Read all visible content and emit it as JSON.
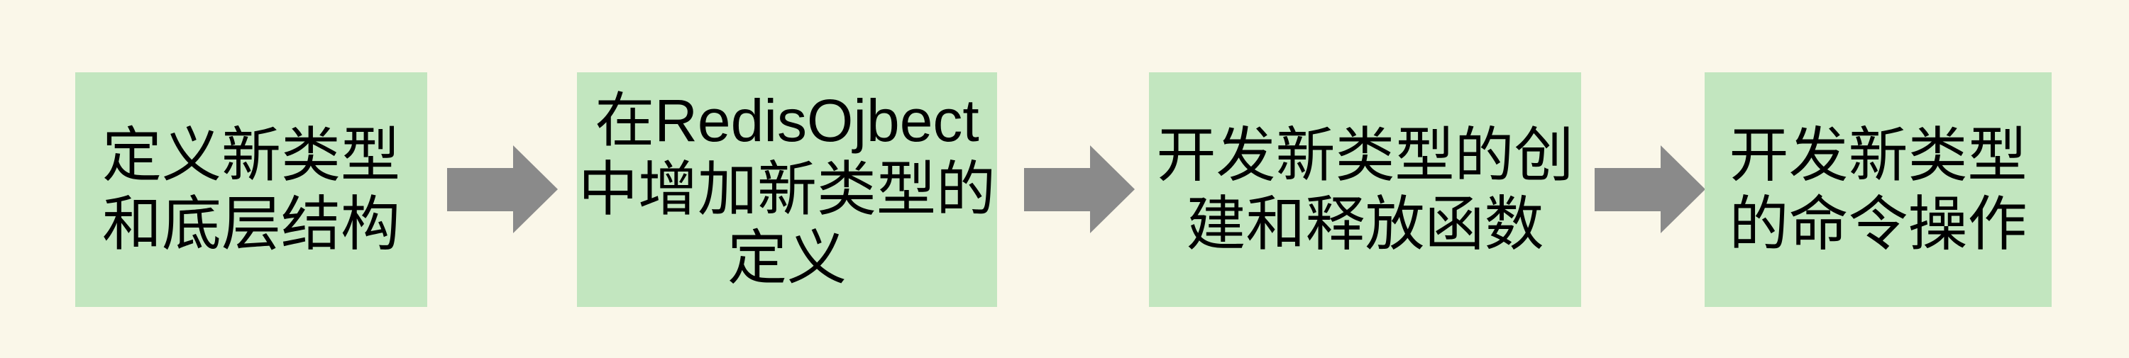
{
  "canvas": {
    "background_color": "#faf7e9",
    "node_fill_color": "#c2e6bf",
    "arrow_color": "#8a8a8a",
    "text_color": "#000000"
  },
  "flowchart": {
    "nodes": [
      {
        "label": "定义新类型和底层结构",
        "lines": [
          "定义新类型",
          "和底层结构"
        ]
      },
      {
        "label": "在RedisOjbect中增加新类型的定义",
        "lines": [
          "在RedisOjbect",
          "中增加新类型的",
          "定义"
        ]
      },
      {
        "label": "开发新类型的创建和释放函数",
        "lines": [
          "开发新类型的创",
          "建和释放函数"
        ]
      },
      {
        "label": "开发新类型的命令操作",
        "lines": [
          "开发新类型",
          "的命令操作"
        ]
      }
    ],
    "arrows": [
      {
        "direction": "right"
      },
      {
        "direction": "right"
      },
      {
        "direction": "right"
      }
    ]
  }
}
